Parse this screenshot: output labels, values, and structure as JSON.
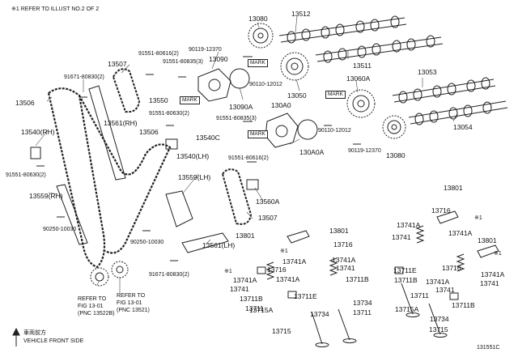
{
  "note_top": "※1 REFER TO ILLUST NO.2 OF 2",
  "parts": {
    "p13080a": "13080",
    "p13512": "13512",
    "p90119a": "90119-12370",
    "p91551a": "91551-80616(2)",
    "p91551b": "91551-80835(3)",
    "p13090": "13090",
    "p13507a": "13507",
    "p91671a": "91671-80830(2)",
    "p13506a": "13506",
    "p13550": "13550",
    "p90110a": "90110-12012",
    "p13050": "13050",
    "p13511": "13511",
    "p13053": "13053",
    "p13060a": "13060A",
    "p13090a": "13090A",
    "p13a0": "130A0",
    "p91551c": "91551-80630(2)",
    "p13561rh": "13561(RH)",
    "p13506b": "13506",
    "p13540c": "13540C",
    "p91551d": "91551-80835(3)",
    "p90110b": "90110-12012",
    "p13054": "13054",
    "p13540rh": "13540(RH)",
    "p13540lh": "13540(LH)",
    "p91551e": "91551-80616(2)",
    "p130a0a": "130A0A",
    "p90119b": "90119-12370",
    "p13080b": "13080",
    "p91551f": "91551-80630(2)",
    "p13559lh": "13559(LH)",
    "p13559rh": "13559(RH)",
    "p13560a": "13560A",
    "p13507b": "13507",
    "p90250a": "90250-10030",
    "p90250b": "90250-10030",
    "p13561lh": "13561(LH)",
    "p91671b": "91671-80830(2)",
    "p13801a": "13801",
    "p13716a": "13716",
    "p13741a1": "13741A",
    "p13741a2": "13741",
    "p13741a3": "13741A",
    "p13801b": "13801",
    "p13801c": "13801",
    "p13716b": "13716",
    "p13716c": "13716",
    "p13741b1": "13741A",
    "p13741b2": "13741",
    "p13741b3": "13741A",
    "p13741c1": "13741A",
    "p13741c2": "13741",
    "p13716d": "13716",
    "p13711e1": "13711E",
    "p13711b1": "13711B",
    "p13711b2": "13711B",
    "p13711e2": "13711E",
    "p13741d1": "13741A",
    "p13741d2": "13741",
    "p13741d3": "13741A",
    "p13711b3": "13711B",
    "p13711e3": "13711E",
    "p13711a": "13711",
    "p13711b": "13711",
    "p13711c": "13711",
    "p13734a": "13734",
    "p13734b": "13734",
    "p13734c": "13734",
    "p13715a1": "13715A",
    "p13715a2": "13715A",
    "p13715a": "13715",
    "p13715b": "13715",
    "p13711b4": "13711B",
    "p13741e1": "13741A",
    "p13741e2": "13741",
    "p13716e": "13716",
    "p13741e3": "13741A",
    "p13741f": "13741"
  },
  "marks": [
    "MARK",
    "MARK",
    "MARK",
    "MARK"
  ],
  "star1": "※1",
  "refs": {
    "left_line1": "REFER TO",
    "left_line2": "FIG 13-01",
    "left_line3": "(PNC 13522B)",
    "right_line1": "REFER TO",
    "right_line2": "FIG 13-01",
    "right_line3": "(PNC 13521)"
  },
  "front": {
    "jp": "車両前方",
    "en": "VEHICLE FRONT SIDE"
  },
  "code": "131551C"
}
